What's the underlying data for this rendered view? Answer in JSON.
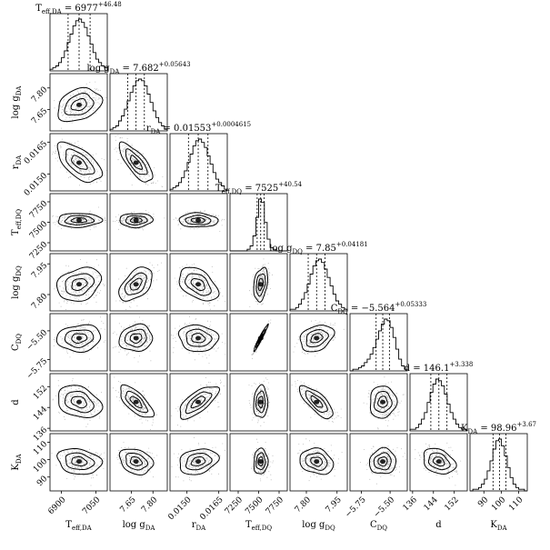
{
  "chart_data": {
    "type": "corner",
    "parameters": [
      {
        "key": "teff_da",
        "title_main": "T",
        "title_sub": "eff,DA",
        "title_eq": " = 6977",
        "title_up": "+46.48",
        "title_lo": "−50.06",
        "axis_main": "T",
        "axis_sub": "eff,DA",
        "range": [
          6850,
          7100
        ],
        "ticks": [
          "6900",
          "7050"
        ],
        "tick_values": [
          6900,
          7050
        ],
        "median": 6977,
        "sigma": 48,
        "hist_bins": [
          1,
          2,
          3,
          5,
          8,
          12,
          17,
          22,
          27,
          30,
          31,
          29,
          26,
          21,
          16,
          11,
          7,
          5,
          3,
          2
        ]
      },
      {
        "key": "logg_da",
        "title_main": "log g",
        "title_sub": "DA",
        "title_eq": " = 7.682",
        "title_up": "+0.05643",
        "title_lo": "−0.06047",
        "axis_main": "log g",
        "axis_sub": "DA",
        "range": [
          7.5,
          7.9
        ],
        "ticks": [
          "7.65",
          "7.80"
        ],
        "tick_values": [
          7.65,
          7.8
        ],
        "median": 7.682,
        "sigma": 0.058,
        "hist_bins": [
          1,
          2,
          3,
          6,
          9,
          13,
          18,
          23,
          27,
          30,
          31,
          30,
          27,
          22,
          17,
          12,
          8,
          5,
          3,
          1
        ]
      },
      {
        "key": "r_da",
        "title_main": "r",
        "title_sub": "DA",
        "title_eq": " = 0.01553",
        "title_up": "+0.0004615",
        "title_lo": "−0.0004622",
        "axis_main": "r",
        "axis_sub": "DA",
        "range": [
          0.0142,
          0.0169
        ],
        "ticks": [
          "0.0150",
          "0.0165"
        ],
        "tick_values": [
          0.015,
          0.0165
        ],
        "median": 0.01553,
        "sigma": 0.00046,
        "hist_bins": [
          1,
          2,
          3,
          5,
          8,
          12,
          17,
          22,
          27,
          30,
          31,
          29,
          26,
          21,
          16,
          11,
          7,
          5,
          3,
          1
        ]
      },
      {
        "key": "teff_dq",
        "title_main": "T",
        "title_sub": "eff,DQ",
        "title_eq": " = 7525",
        "title_up": "+40.54",
        "title_lo": "−45.77",
        "axis_main": "T",
        "axis_sub": "eff,DQ",
        "range": [
          7150,
          7850
        ],
        "ticks": [
          "7250",
          "7500",
          "7750"
        ],
        "tick_values": [
          7250,
          7500,
          7750
        ],
        "median": 7525,
        "sigma": 43,
        "hist_bins": [
          0,
          0,
          0,
          0,
          0,
          0,
          1,
          3,
          9,
          20,
          31,
          29,
          17,
          7,
          2,
          1,
          0,
          0,
          0,
          0
        ]
      },
      {
        "key": "logg_dq",
        "title_main": "log g",
        "title_sub": "DQ",
        "title_eq": " = 7.85",
        "title_up": "+0.04181",
        "title_lo": "−0.04096",
        "axis_main": "log g",
        "axis_sub": "DQ",
        "range": [
          7.72,
          8.0
        ],
        "ticks": [
          "7.80",
          "7.95"
        ],
        "tick_values": [
          7.8,
          7.95
        ],
        "median": 7.85,
        "sigma": 0.041,
        "hist_bins": [
          1,
          1,
          2,
          4,
          7,
          11,
          16,
          22,
          27,
          30,
          31,
          29,
          25,
          20,
          15,
          10,
          6,
          4,
          2,
          1
        ]
      },
      {
        "key": "c_dq",
        "title_main": "C",
        "title_sub": "DQ",
        "title_eq": " = −5.564",
        "title_up": "+0.05333",
        "title_lo": "−0.06449",
        "axis_main": "C",
        "axis_sub": "DQ",
        "range": [
          -5.85,
          -5.35
        ],
        "ticks": [
          "−5.75",
          "−5.50"
        ],
        "tick_values": [
          -5.75,
          -5.5
        ],
        "median": -5.564,
        "sigma": 0.058,
        "hist_bins": [
          0,
          1,
          1,
          2,
          3,
          5,
          7,
          10,
          14,
          19,
          24,
          28,
          31,
          30,
          26,
          20,
          13,
          7,
          3,
          1
        ]
      },
      {
        "key": "d",
        "title_main": "d",
        "title_sub": "",
        "title_eq": " = 146.1",
        "title_up": "+3.338",
        "title_lo": "−2.839",
        "axis_main": "d",
        "axis_sub": "",
        "range": [
          135,
          157
        ],
        "ticks": [
          "136",
          "144",
          "152"
        ],
        "tick_values": [
          136,
          144,
          152
        ],
        "median": 146.1,
        "sigma": 3.1,
        "hist_bins": [
          1,
          1,
          2,
          4,
          7,
          11,
          17,
          23,
          28,
          31,
          30,
          27,
          22,
          16,
          11,
          7,
          4,
          2,
          1,
          1
        ]
      },
      {
        "key": "k_da",
        "title_main": "K",
        "title_sub": "DA",
        "title_eq": " = 98.96",
        "title_up": "+3.67",
        "title_lo": "−3.71",
        "axis_main": "K",
        "axis_sub": "DA",
        "range": [
          82,
          115
        ],
        "ticks": [
          "90",
          "100",
          "110"
        ],
        "tick_values": [
          90,
          100,
          110
        ],
        "median": 98.96,
        "sigma": 3.7,
        "hist_bins": [
          0,
          1,
          1,
          2,
          4,
          7,
          12,
          18,
          25,
          30,
          31,
          27,
          21,
          14,
          8,
          4,
          2,
          1,
          1,
          0
        ]
      }
    ],
    "correlations": [
      [
        1,
        0.3,
        -0.6,
        0.05,
        0.25,
        0.1,
        -0.3,
        -0.2
      ],
      [
        0.3,
        1,
        -0.75,
        0.05,
        0.5,
        0.1,
        -0.7,
        -0.25
      ],
      [
        -0.6,
        -0.75,
        1,
        -0.05,
        -0.45,
        -0.1,
        0.7,
        0.25
      ],
      [
        0.05,
        0.05,
        -0.05,
        1,
        0.3,
        0.97,
        0.05,
        0.05
      ],
      [
        0.25,
        0.5,
        -0.45,
        0.3,
        1,
        0.3,
        -0.75,
        -0.2
      ],
      [
        0.1,
        0.1,
        -0.1,
        0.97,
        0.3,
        1,
        0.05,
        0.05
      ],
      [
        -0.3,
        -0.7,
        0.7,
        0.05,
        -0.75,
        0.05,
        1,
        -0.3
      ],
      [
        -0.2,
        -0.25,
        0.25,
        0.05,
        -0.2,
        0.05,
        -0.3,
        1
      ]
    ],
    "quantile_lines": true,
    "contour_levels": 3,
    "grid": false
  }
}
